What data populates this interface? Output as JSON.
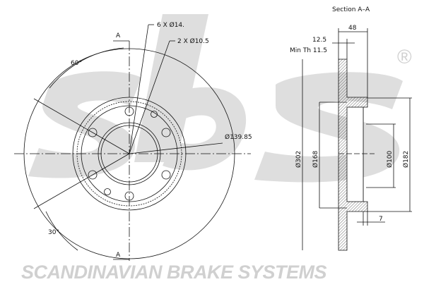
{
  "watermark": {
    "logo": "sbs",
    "brand": "SCANDINAVIAN BRAKE SYSTEMS",
    "registered": "®"
  },
  "front_view": {
    "section_marker_top": "A",
    "section_marker_bottom": "A",
    "bolt_holes": "6 X Ø14.",
    "pin_holes": "2 X Ø10.5",
    "pcd": "Ø139.85",
    "angle_top": "60°",
    "angle_bottom": "30°"
  },
  "section_view": {
    "title": "Section A–A",
    "total_height": "48",
    "thickness": "12.5",
    "min_thickness": "Min Th 11.5",
    "outer_diameter": "Ø302",
    "d168": "Ø168",
    "d100": "Ø100",
    "d182": "Ø182",
    "offset": "7"
  }
}
